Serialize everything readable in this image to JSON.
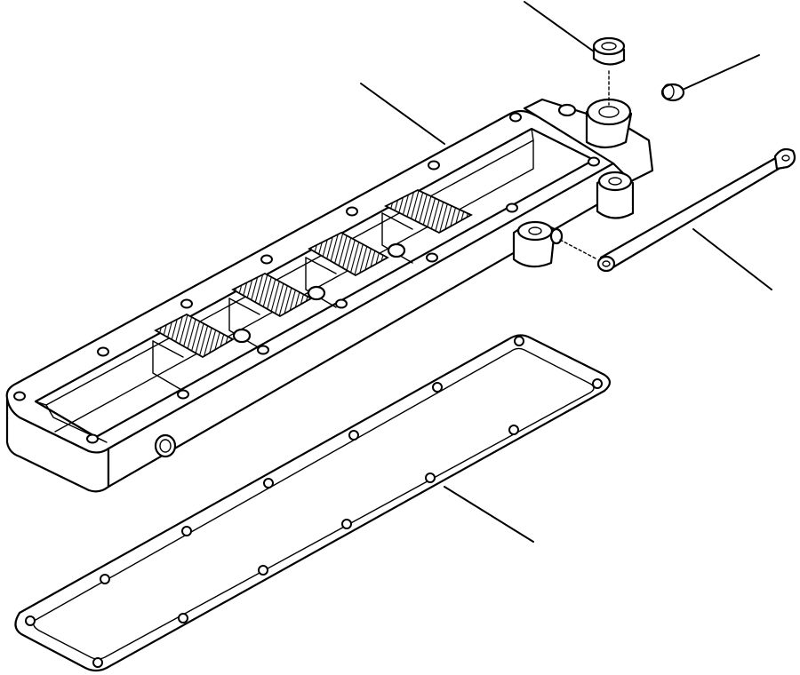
{
  "diagram": {
    "parts": [
      {
        "id": "cover",
        "icon": "housing-cover"
      },
      {
        "id": "gasket",
        "icon": "gasket"
      },
      {
        "id": "nut",
        "icon": "nut"
      },
      {
        "id": "plug",
        "icon": "plug"
      },
      {
        "id": "link-rod",
        "icon": "rod"
      },
      {
        "id": "cooler-core",
        "icon": "finned-core"
      }
    ],
    "colors": {
      "line": "#000000",
      "background": "#ffffff"
    }
  }
}
